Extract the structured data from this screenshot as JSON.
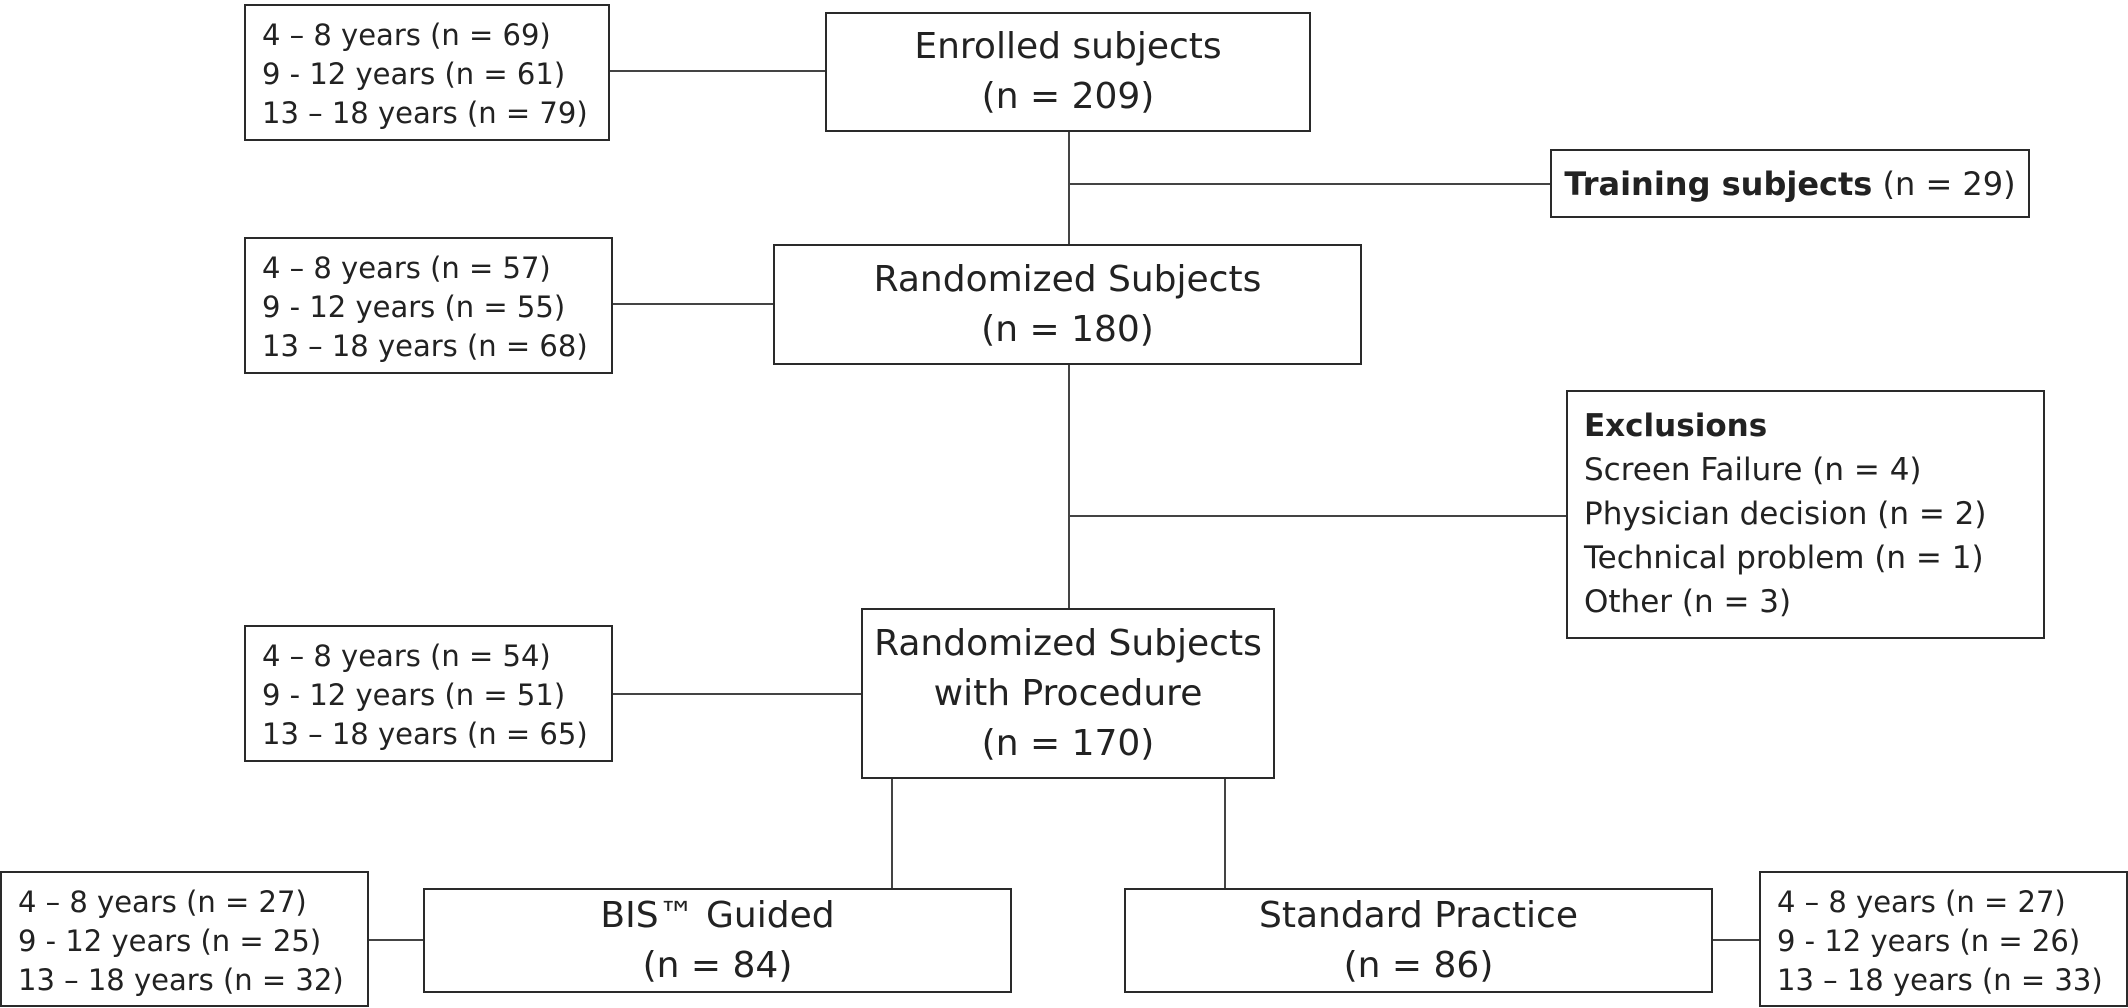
{
  "enrolled": {
    "title": "Enrolled subjects",
    "n": "(n = 209)",
    "ages": [
      "4 – 8 years (n = 69)",
      "9 - 12 years (n = 61)",
      "13 – 18 years (n = 79)"
    ]
  },
  "training": {
    "label": "Training subjects",
    "n": " (n = 29)"
  },
  "randomized": {
    "title": "Randomized Subjects",
    "n": "(n = 180)",
    "ages": [
      "4 – 8 years (n = 57)",
      "9 - 12 years (n = 55)",
      "13 – 18 years (n = 68)"
    ]
  },
  "exclusions": {
    "title": "Exclusions",
    "items": [
      "Screen Failure (n = 4)",
      "Physician decision (n = 2)",
      "Technical problem (n = 1)",
      "Other (n = 3)"
    ]
  },
  "procedure": {
    "title_line1": "Randomized Subjects",
    "title_line2": "with Procedure",
    "n": "(n = 170)",
    "ages": [
      "4 – 8 years (n = 54)",
      "9 - 12 years (n = 51)",
      "13 – 18 years (n = 65)"
    ]
  },
  "bis": {
    "title": "BIS™ Guided",
    "n": "(n = 84)",
    "ages": [
      "4 – 8 years (n = 27)",
      "9 - 12 years (n = 25)",
      "13 – 18 years (n = 32)"
    ]
  },
  "standard": {
    "title": "Standard Practice",
    "n": "(n = 86)",
    "ages": [
      "4 – 8 years (n = 27)",
      "9 - 12 years (n = 26)",
      "13 – 18 years (n = 33)"
    ]
  }
}
